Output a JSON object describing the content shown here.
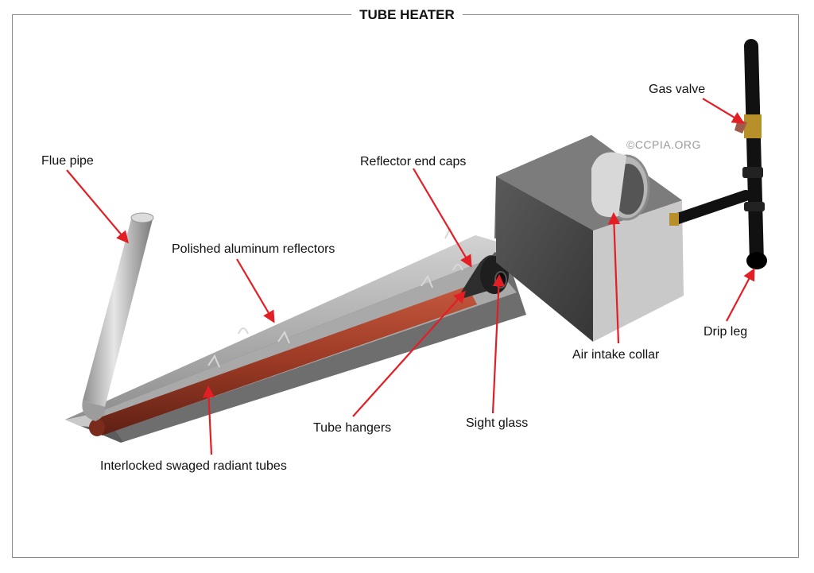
{
  "title": "TUBE HEATER",
  "copyright": "©CCPIA.ORG",
  "labels": {
    "flue_pipe": "Flue pipe",
    "polished_reflectors": "Polished aluminum reflectors",
    "reflector_end_caps": "Reflector end caps",
    "gas_valve": "Gas valve",
    "drip_leg": "Drip leg",
    "air_intake_collar": "Air intake collar",
    "sight_glass": "Sight glass",
    "tube_hangers": "Tube hangers",
    "radiant_tubes": "Interlocked swaged radiant tubes"
  },
  "colors": {
    "arrow": "#e31e24",
    "tube": "#a8402a",
    "reflector": "#b9b9b9",
    "burner_box": "#4a4a4a",
    "pipe": "#111111",
    "brass": "#b8902a"
  }
}
